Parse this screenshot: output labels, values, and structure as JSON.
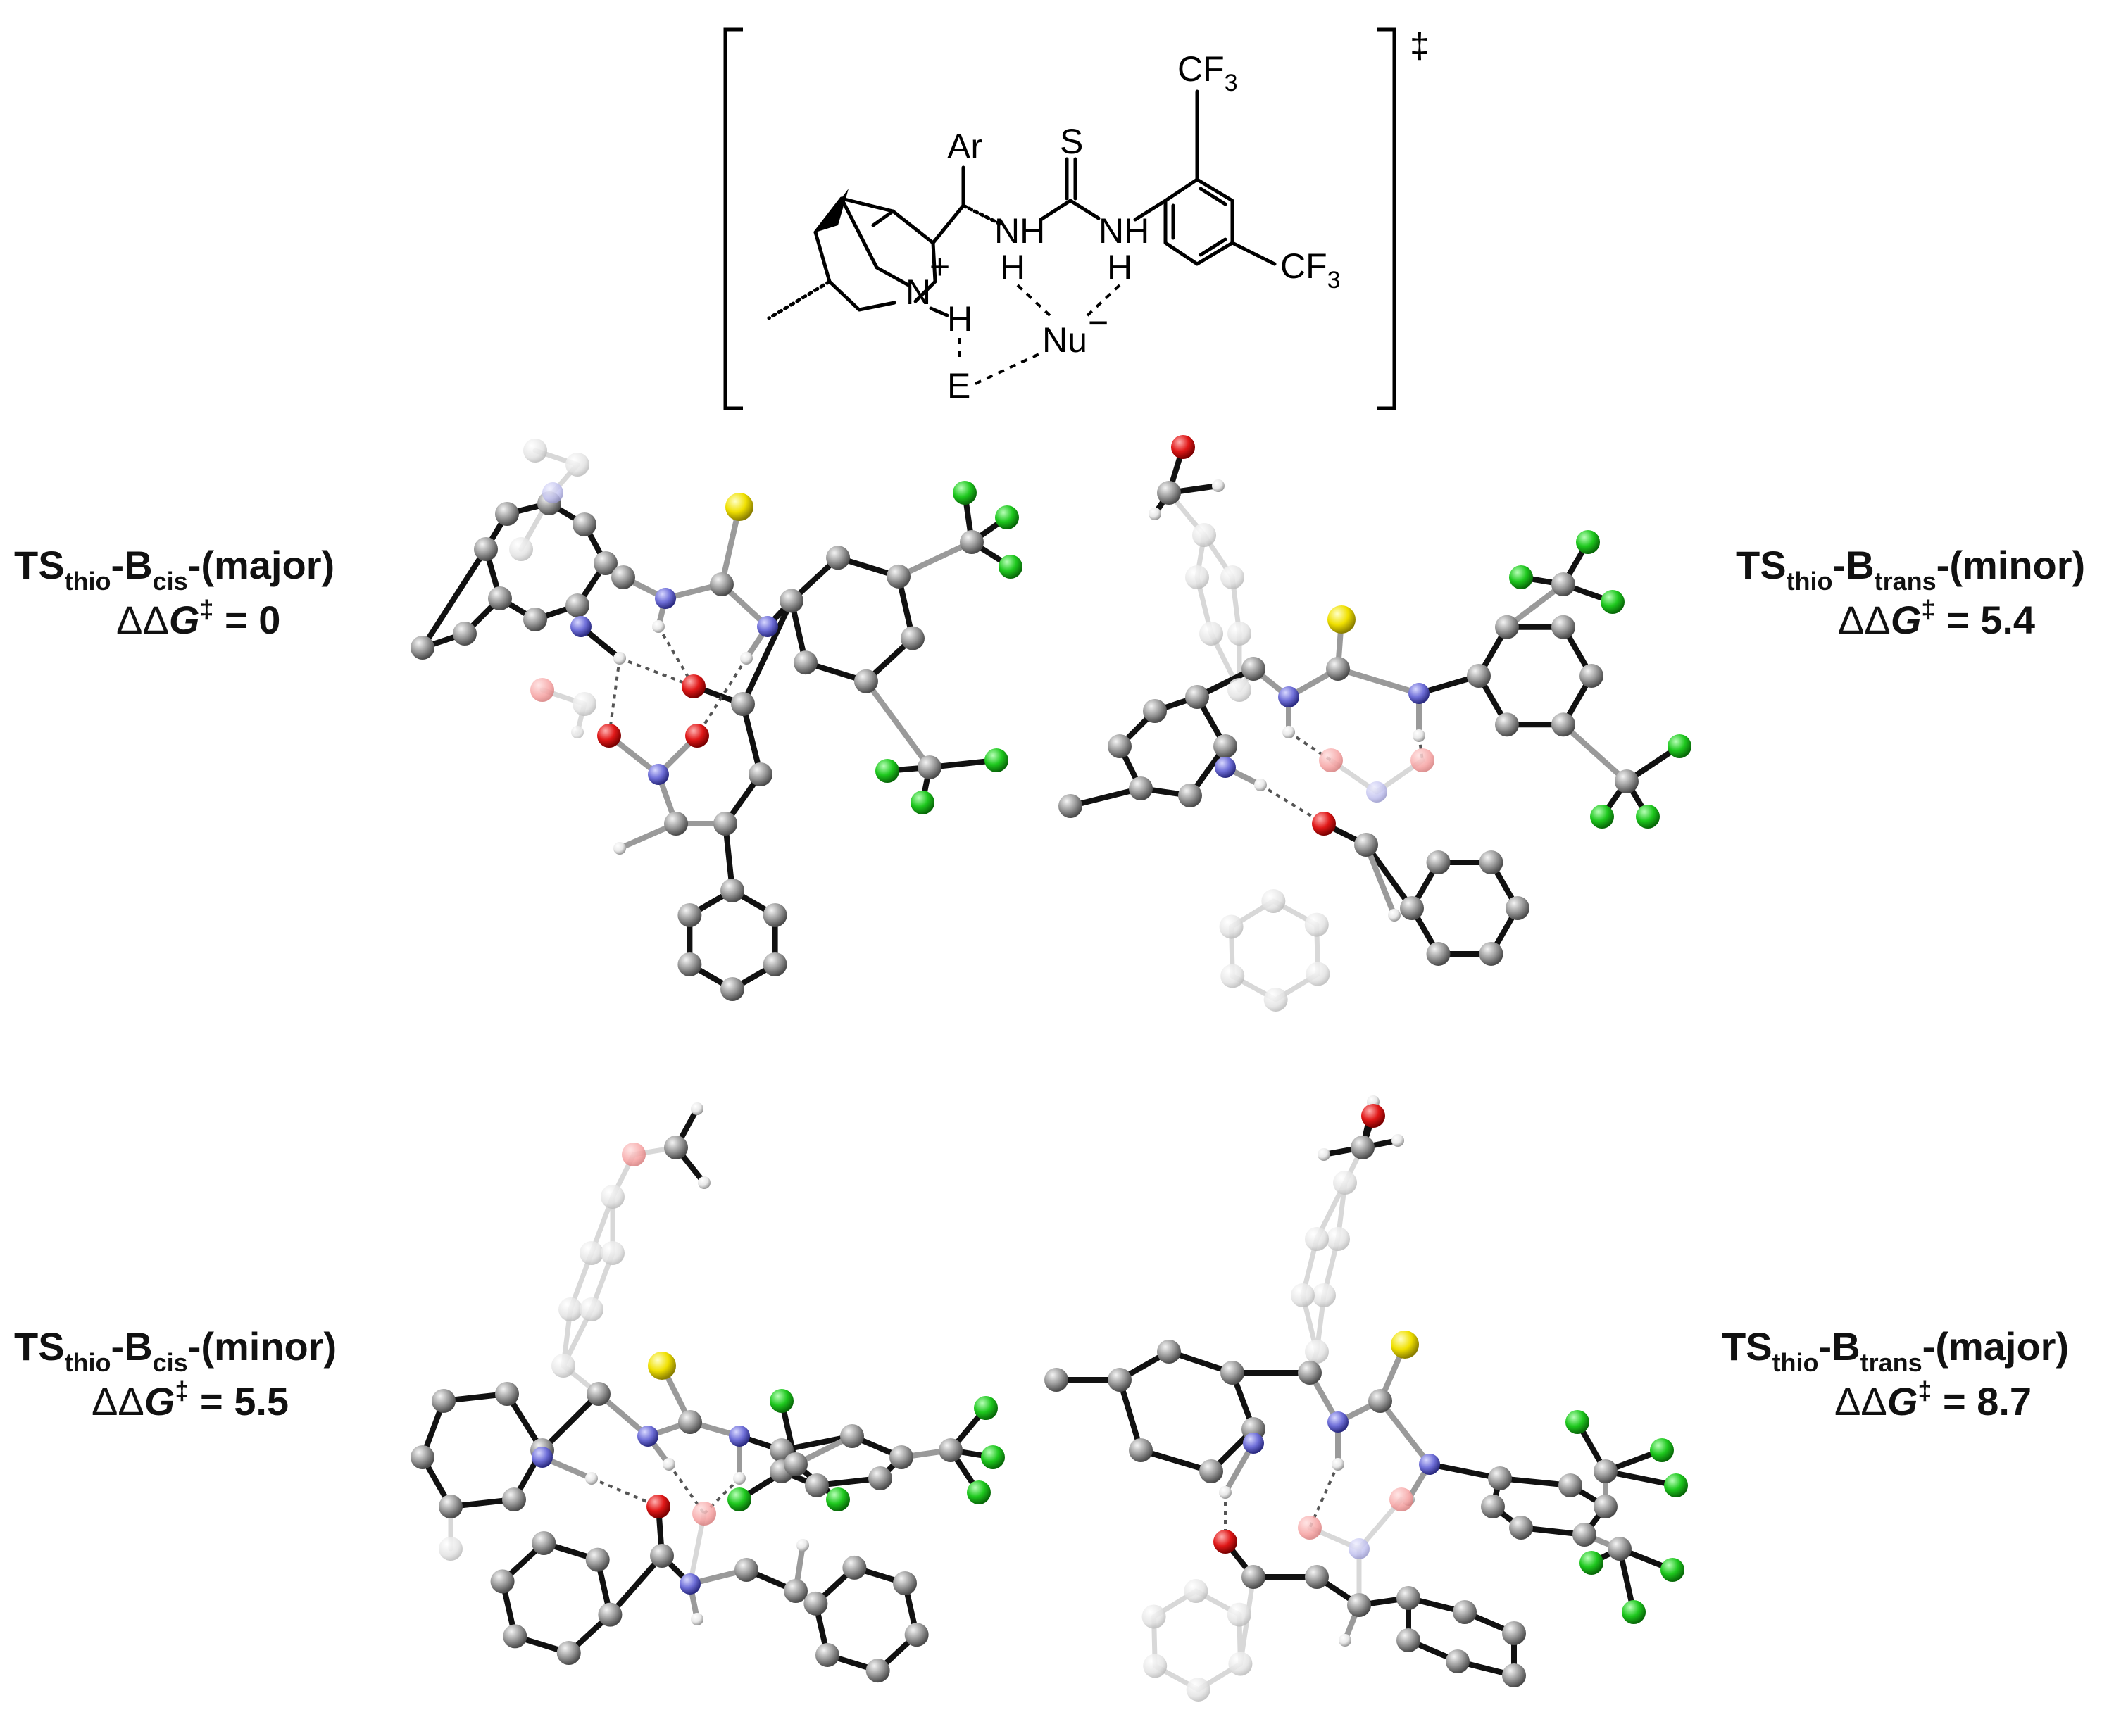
{
  "scheme": {
    "ts_symbol": "‡",
    "atoms": {
      "ar": "Ar",
      "s": "S",
      "nh_left": "NH",
      "nh_right": "NH",
      "h_left": "H",
      "h_right": "H",
      "n_plus": "N",
      "plus": "+",
      "h_bottom": "H",
      "e": "E",
      "nu": "Nu",
      "minus": "−",
      "cf3_top": "CF",
      "cf3_top_sub": "3",
      "cf3_right": "CF",
      "cf3_right_sub": "3"
    }
  },
  "panels": [
    {
      "id": "cis-major",
      "ts": "TS",
      "sub1": "thio",
      "b": "-B",
      "sub2": "cis",
      "state": "-(major)",
      "dd": "ΔΔ",
      "g": "G",
      "dagger": "‡",
      "eq": " = 0",
      "ddg": 0
    },
    {
      "id": "trans-minor",
      "ts": "TS",
      "sub1": "thio",
      "b": "-B",
      "sub2": "trans",
      "state": "-(minor)",
      "dd": "ΔΔ",
      "g": "G",
      "dagger": "‡",
      "eq": " = 5.4",
      "ddg": 5.4
    },
    {
      "id": "cis-minor",
      "ts": "TS",
      "sub1": "thio",
      "b": "-B",
      "sub2": "cis",
      "state": "-(minor)",
      "dd": "ΔΔ",
      "g": "G",
      "dagger": "‡",
      "eq": " = 5.5",
      "ddg": 5.5
    },
    {
      "id": "trans-major",
      "ts": "TS",
      "sub1": "thio",
      "b": "-B",
      "sub2": "trans",
      "state": "-(major)",
      "dd": "ΔΔ",
      "g": "G",
      "dagger": "‡",
      "eq": " = 8.7",
      "ddg": 8.7
    }
  ],
  "colors": {
    "carbon": "#8e8e8e",
    "hydrogen": "#f2f2f2",
    "nitrogen": "#6f6fd8",
    "oxygen": "#e01818",
    "sulfur": "#f0e000",
    "fluorine": "#1ec81e",
    "bond_dark": "#111111",
    "bond_grey": "#9a9a9a",
    "ghost": "#d8d8d8"
  }
}
